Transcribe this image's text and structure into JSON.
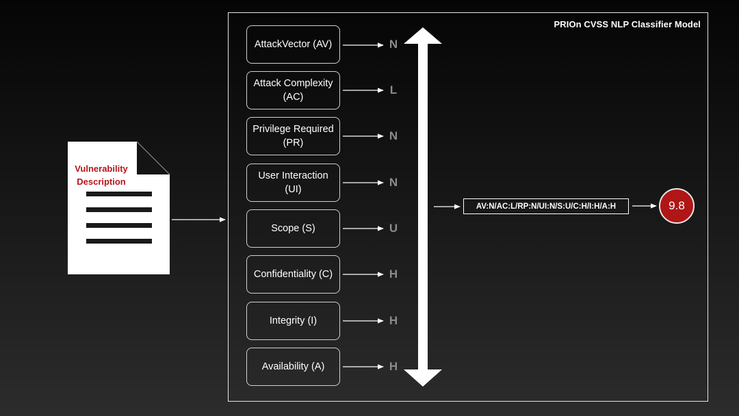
{
  "model_title": "PRIOn CVSS NLP Classifier Model",
  "document": {
    "label": "Vulnerability\nDescription"
  },
  "metrics": [
    {
      "label": "AttackVector (AV)",
      "value": "N"
    },
    {
      "label": "Attack Complexity\n(AC)",
      "value": "L"
    },
    {
      "label": "Privilege Required\n(PR)",
      "value": "N"
    },
    {
      "label": "User Interaction\n(UI)",
      "value": "N"
    },
    {
      "label": "Scope (S)",
      "value": "U"
    },
    {
      "label": "Confidentiality (C)",
      "value": "H"
    },
    {
      "label": "Integrity (I)",
      "value": "H"
    },
    {
      "label": "Availability (A)",
      "value": "H"
    }
  ],
  "vector_string": "AV:N/AC:L/RP:N/UI:N/S:U/C:H/I:H/A:H",
  "score": "9.8",
  "colors": {
    "accent_red": "#b01616",
    "label_red": "#b8141b",
    "value_gray": "#8c8c8c"
  }
}
